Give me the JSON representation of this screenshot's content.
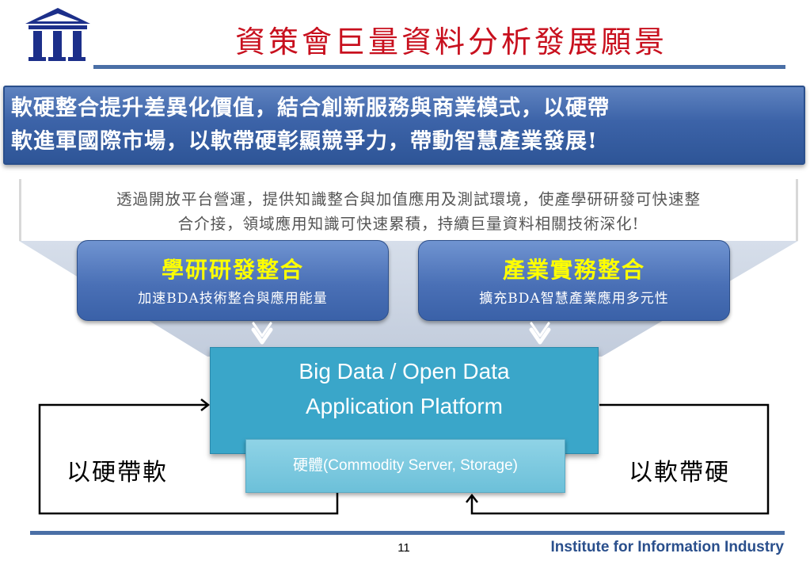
{
  "title": "資策會巨量資料分析發展願景",
  "banner": {
    "line1": "軟硬整合提升差異化價值，結合創新服務與商業模式，以硬帶",
    "line2": "軟進軍國際市場，以軟帶硬彰顯競爭力，帶動智慧產業發展!"
  },
  "description": {
    "line1": "透過開放平台營運，提供知識整合與加值應用及測試環境，使產學研研發可快速整",
    "line2": "合介接，領域應用知識可快速累積，持續巨量資料相關技術深化!"
  },
  "integrations": [
    {
      "title": "學研研發整合",
      "subtitle": "加速BDA技術整合與應用能量"
    },
    {
      "title": "產業實務整合",
      "subtitle": "擴充BDA智慧產業應用多元性"
    }
  ],
  "platform": {
    "line1": "Big Data / Open Data",
    "line2": "Application Platform",
    "hardware": "硬體(Commodity Server, Storage)"
  },
  "side_labels": {
    "left": "以硬帶軟",
    "right": "以軟帶硬"
  },
  "footer": {
    "page_number": "11",
    "organization": "Institute for Information Industry"
  },
  "colors": {
    "title_red": "#c8101e",
    "banner_blue": "#3c63a8",
    "platform_teal": "#3aa6c9",
    "highlight_yellow": "#ffff00",
    "org_blue": "#2a4f8c"
  },
  "logo": {
    "name": "iii-building-logo"
  }
}
